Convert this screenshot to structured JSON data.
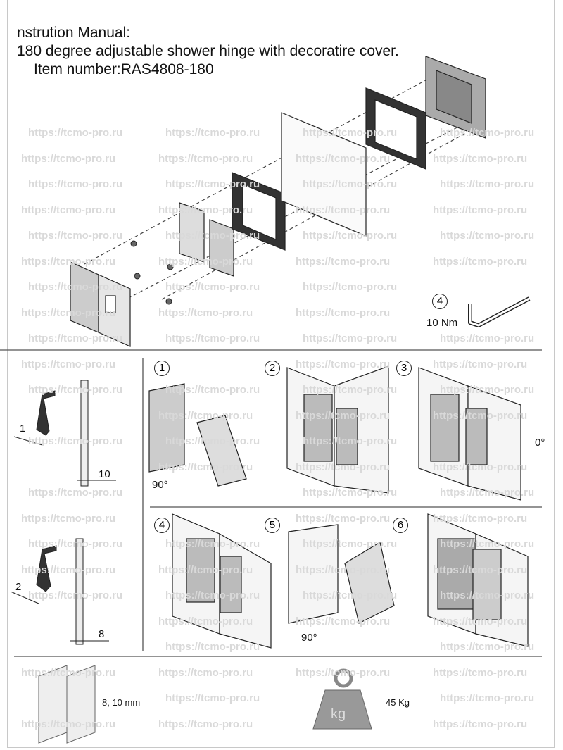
{
  "header": {
    "line1": "nstrution Manual:",
    "line2": "180 degree adjustable shower hinge with decoratire cover.",
    "line3": "Item number:RAS4808-180"
  },
  "watermark": "https://tcmo-pro.ru",
  "exploded_view": {
    "step": "4",
    "torque": "10 Nm"
  },
  "gasket_thick": {
    "thickness": "1",
    "glass": "10"
  },
  "gasket_thin": {
    "thickness": "2",
    "glass": "8"
  },
  "steps": {
    "s1": "1",
    "s1_angle": "90°",
    "s2": "2",
    "s3": "3",
    "s3_angle": "0°",
    "s4": "4",
    "s5": "5",
    "s5_angle": "90°",
    "s6": "6"
  },
  "specs": {
    "glass_thickness": "8, 10 mm",
    "max_weight": "45 Kg",
    "weight_icon_text": "kg"
  }
}
